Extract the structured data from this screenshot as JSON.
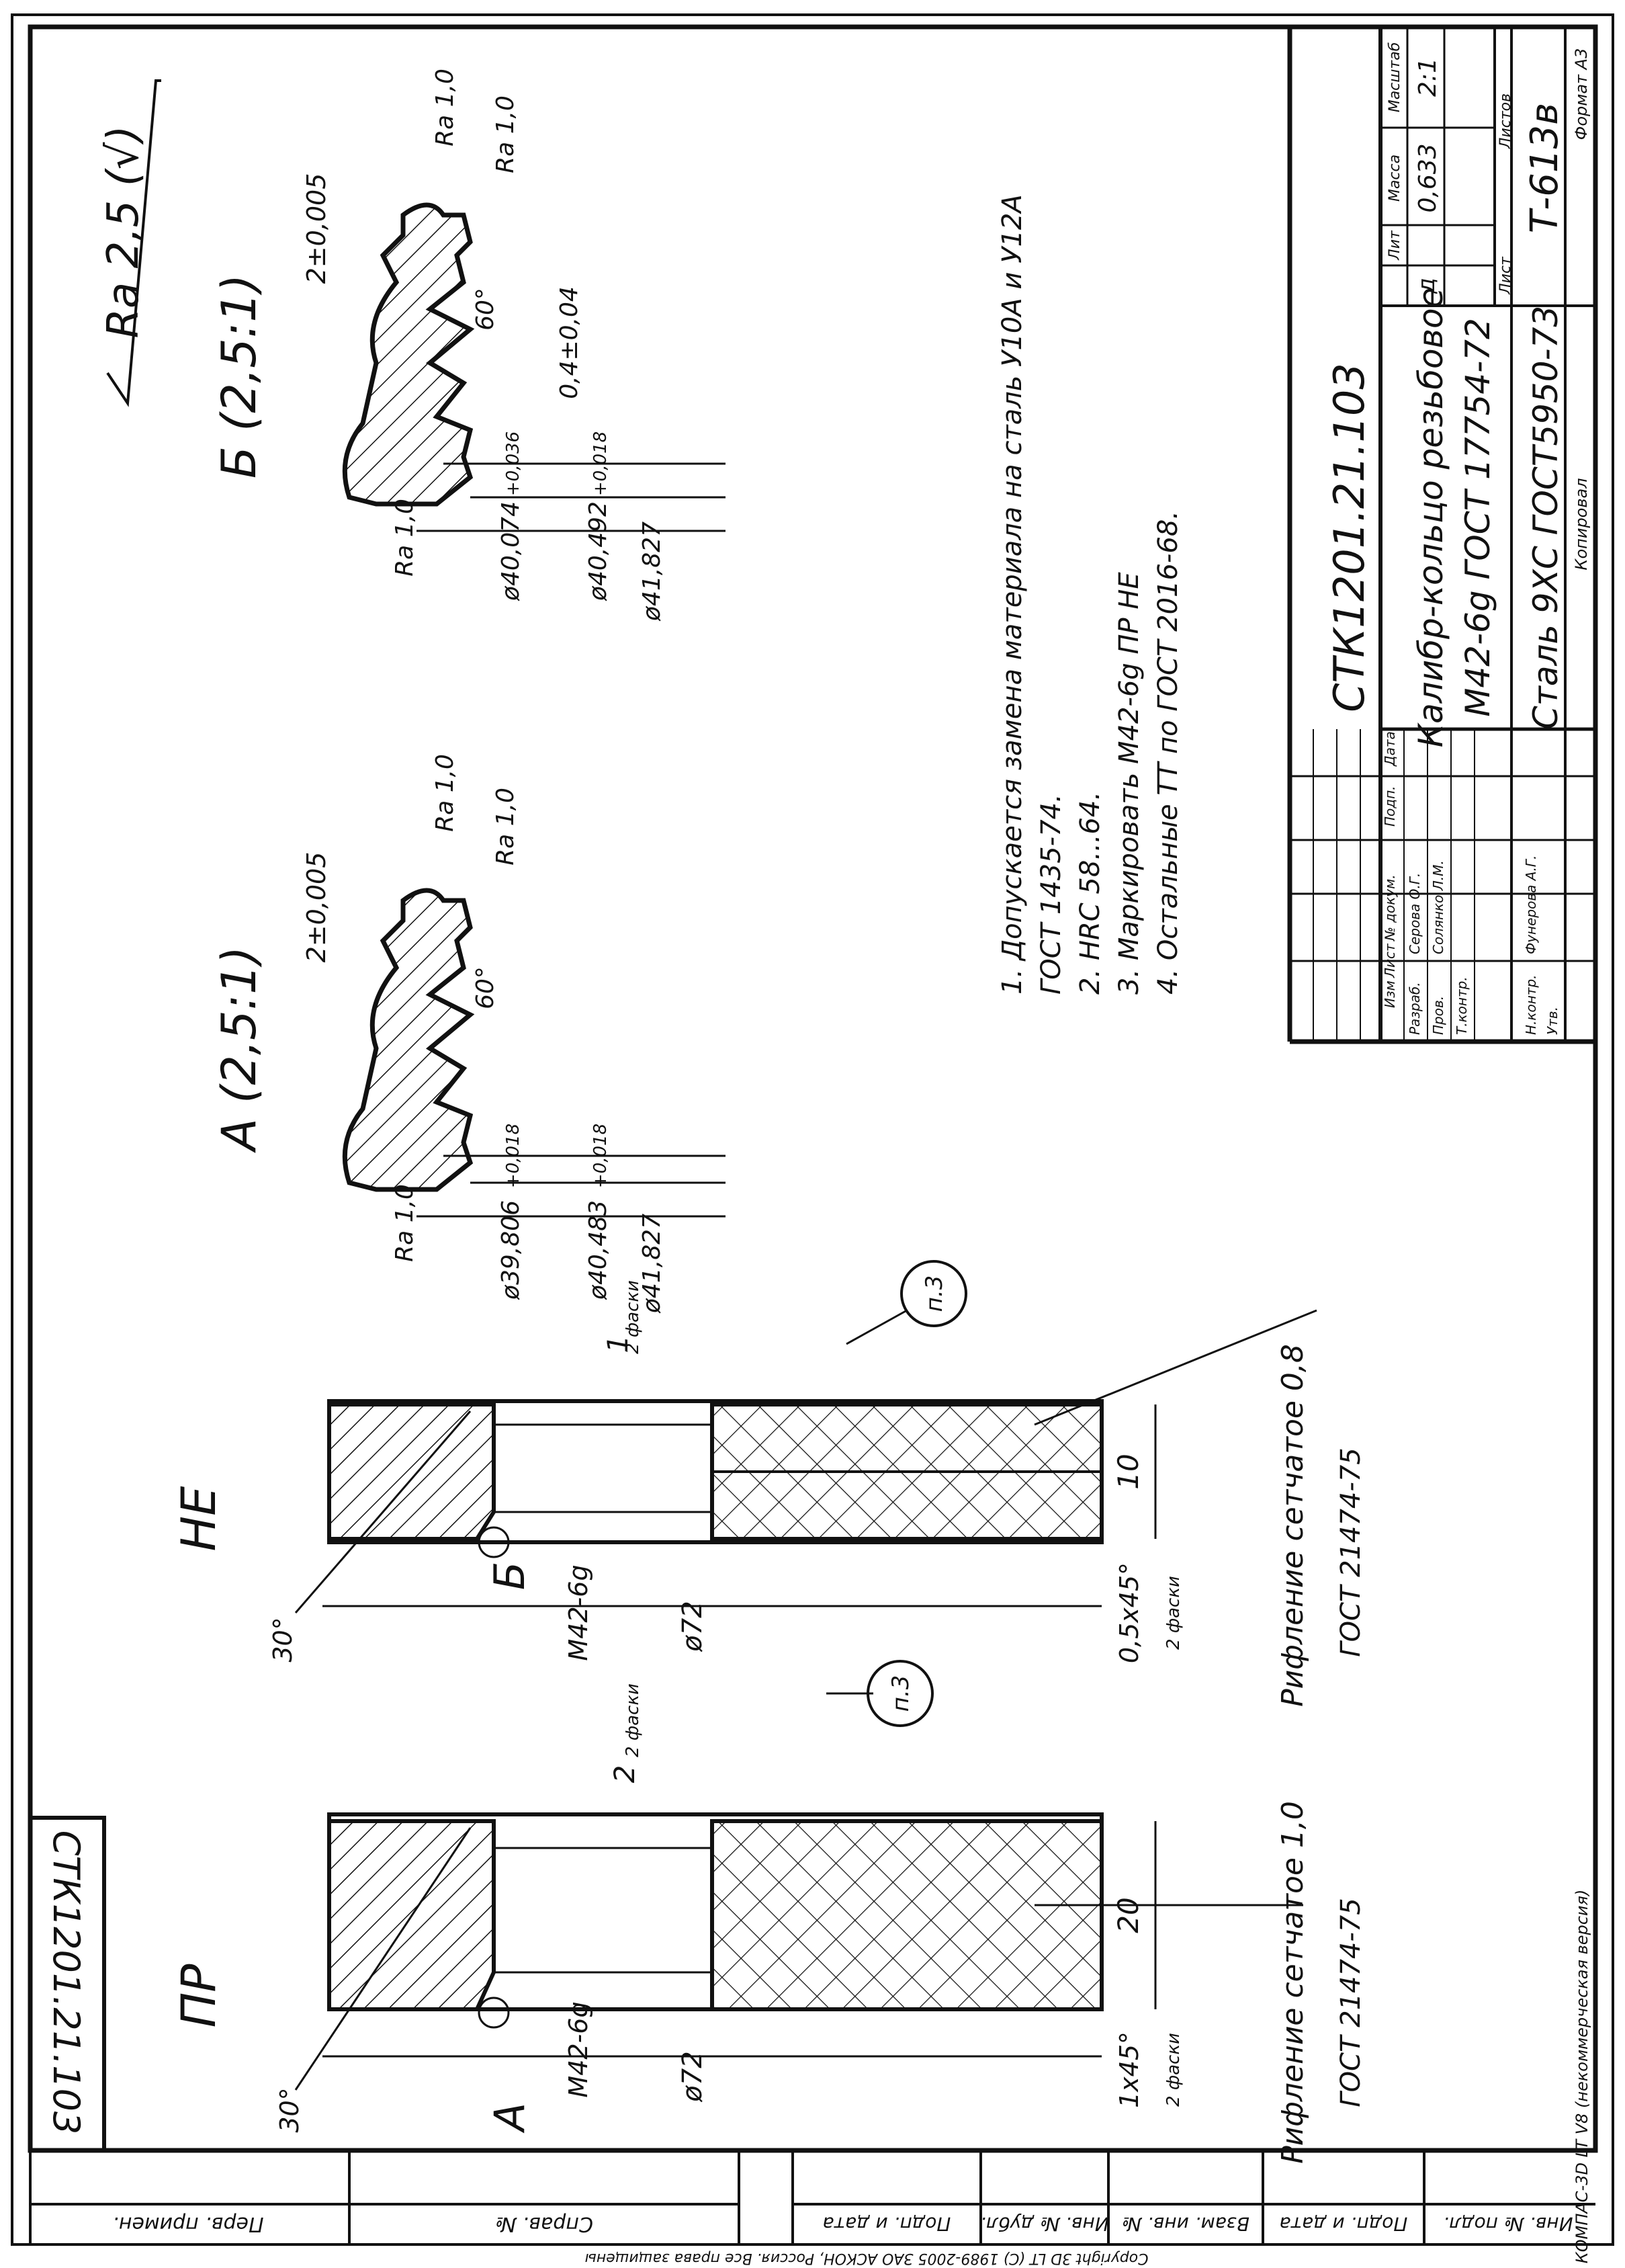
{
  "drawing": {
    "designation": "СТК1201.21.103",
    "designation_rotated": "СТК1201.21.103",
    "title_line1": "Калибр-кольцо резьбовое",
    "title_line2": "М42-6g ГОСТ 17754-72",
    "material": "Сталь 9ХС ГОСТ5950-73",
    "organization": "Т-613в",
    "roughness_general": "Ra 2,5 (√)",
    "format": "Формат   A3",
    "copied": "Копировал"
  },
  "title_block": {
    "lit_label": "Лит",
    "mass_label": "Масса",
    "scale_label": "Масштаб",
    "lit_value": "д",
    "mass_value": "0,633",
    "scale_value": "2:1",
    "sheet_label": "Лист",
    "sheets_label": "Листов",
    "header_row": [
      "Изм",
      "Лист",
      "№ докум.",
      "Подп.",
      "Дата"
    ],
    "signers": [
      {
        "role": "Разраб.",
        "name": "Серова О.Г."
      },
      {
        "role": "Пров.",
        "name": "Солянко Л.М."
      },
      {
        "role": "Т.контр.",
        "name": ""
      },
      {
        "role": "Н.контр.",
        "name": "Фунерова А.Г."
      },
      {
        "role": "Утв.",
        "name": ""
      }
    ]
  },
  "notes": [
    "1. Допускается замена материала на сталь У10А и У12А",
    "ГОСТ 1435-74.",
    "2. HRC 58...64.",
    "3. Маркировать М42-6g ПР НЕ",
    "4. Остальные ТТ по ГОСТ 2016-68."
  ],
  "views": {
    "pr": {
      "label": "ПР",
      "section": "A",
      "angle": "30°",
      "thread": "M42-6g",
      "diameter": "ø72",
      "chamfer": "1x45°",
      "chamfer_note": "2 фаски",
      "width": "20",
      "step": "2",
      "step_note": "2 фаски",
      "callout": "п.3",
      "knurl": "Рифление сетчатое 1,0",
      "knurl_std": "ГОСТ 21474-75"
    },
    "ne": {
      "label": "НЕ",
      "section": "Б",
      "angle": "30°",
      "thread": "M42-6g",
      "diameter": "ø72",
      "chamfer": "0,5x45°",
      "chamfer_note": "2 фаски",
      "width": "10",
      "step": "1",
      "step_note": "2 фаски",
      "callout": "п.3",
      "knurl": "Рифление сетчатое 0,8",
      "knurl_std": "ГОСТ 21474-75"
    }
  },
  "details": {
    "a": {
      "title": "А (2,5:1)",
      "pitch": "2±0,005",
      "angle": "60°",
      "ra_left": "Ra 1,0",
      "ra_top1": "Ra 1,0",
      "ra_top2": "Ra 1,0",
      "d1": "ø39,806",
      "d1_tol": "+0,018",
      "d2": "ø40,483",
      "d2_tol": "+0,018",
      "d3": "ø41,827"
    },
    "b": {
      "title": "Б (2,5:1)",
      "pitch": "2±0,005",
      "angle": "60°",
      "flat": "0,4±0,04",
      "ra_left": "Ra 1,0",
      "ra_top1": "Ra 1,0",
      "ra_top2": "Ra 1,0",
      "d1": "ø40,074",
      "d1_tol": "+0,036",
      "d2": "ø40,492",
      "d2_tol": "+0,018",
      "d3": "ø41,827"
    }
  },
  "left_strip": [
    "Перв. примен.",
    "Справ. №"
  ],
  "bottom_strip": [
    "Подп. и дата",
    "Инв. № дубл.",
    "Взам. инв. №",
    "Подп. и дата",
    "Инв. № подл."
  ],
  "kompas_note": "КОМПАС-3D LT V8 (некоммерческая версия)",
  "copyright": "Copyright 3D LT (C) 1989-2005 ЗАО АСКОН, Россия. Все права защищены"
}
